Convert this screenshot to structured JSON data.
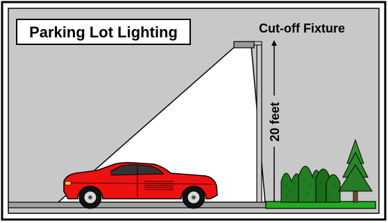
{
  "title": "Parking Lot Lighting",
  "fixture_label": "Cut-off Fixture",
  "height_label": "20 feet",
  "colors": {
    "background": "#c8c8c8",
    "frame": "#000000",
    "light_cone": "#ffffff",
    "pole": "#c8c8c8",
    "ground": "#a0a0a0",
    "grass": "#22aa22",
    "car_body": "#ee1111",
    "bush": "#1f7a1f",
    "tree": "#2f8f2f"
  },
  "icons": [
    "car-icon",
    "pine-tree-icon",
    "shrub-icon",
    "light-fixture-icon"
  ]
}
